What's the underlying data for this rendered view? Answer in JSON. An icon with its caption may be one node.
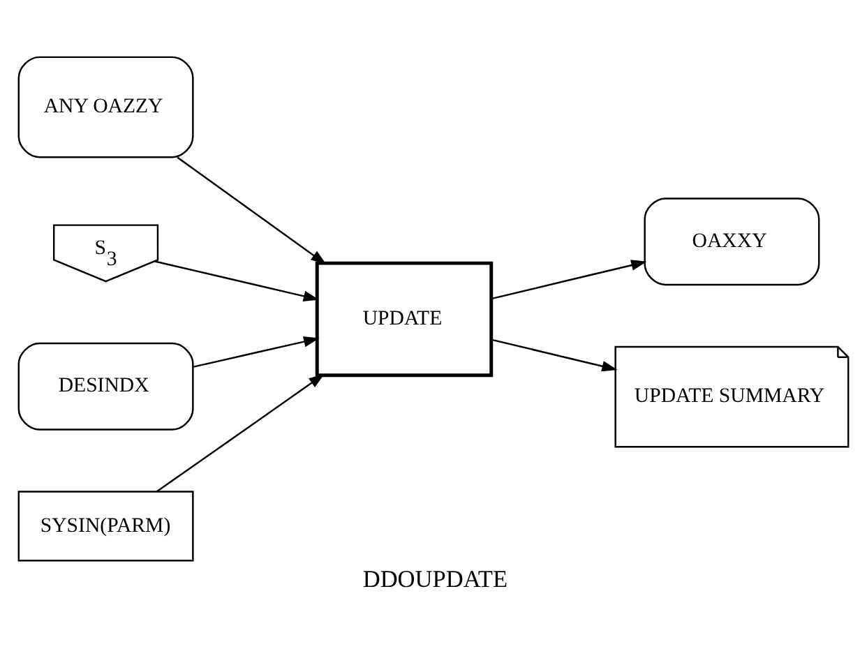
{
  "diagram": {
    "caption": "DDOUPDATE",
    "nodes": [
      {
        "text": [
          "ANY OAZZY"
        ]
      },
      {
        "text": [
          "S$_{3}$"
        ]
      },
      {
        "text": [
          "DESINDX"
        ]
      },
      {
        "text": [
          "UPDATE"
        ]
      },
      {
        "text": [
          "SYSIN(PARM)"
        ]
      },
      {
        "text": [
          "OAXXY"
        ]
      },
      {
        "text": [
          "UPDATE SUMMARY"
        ]
      }
    ],
    "edges": [
      {
        "from": 0,
        "to": 3,
        "arrow": "to"
      },
      {
        "from": 1,
        "to": 3,
        "arrow": "to"
      },
      {
        "from": 2,
        "to": 3,
        "arrow": "to"
      },
      {
        "from": 4,
        "to": 3,
        "arrow": "to"
      },
      {
        "from": 3,
        "to": 5,
        "arrow": "to"
      },
      {
        "from": 3,
        "to": 6,
        "arrow": "to"
      }
    ]
  }
}
